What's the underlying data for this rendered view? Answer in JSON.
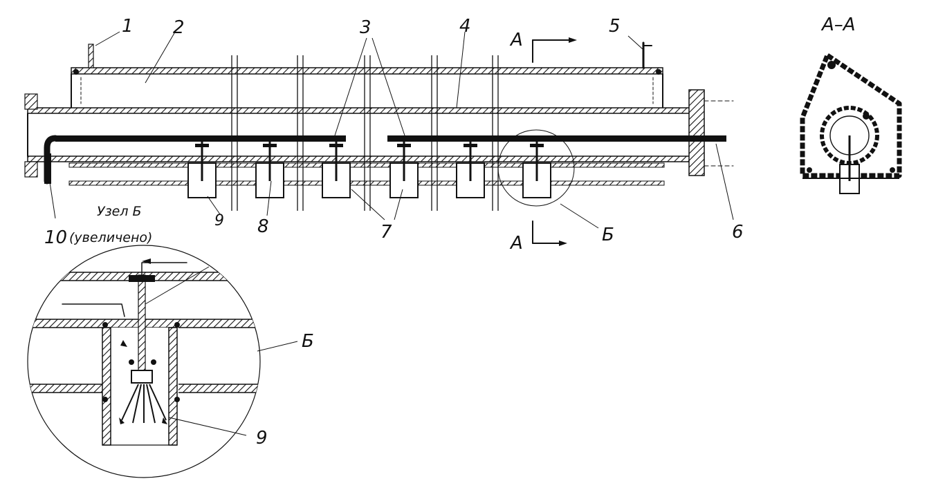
{
  "labels": {
    "l1": "1",
    "l2": "2",
    "l3": "3",
    "l4": "4",
    "l5": "5",
    "l6": "6",
    "l7": "7",
    "l8": "8",
    "l9a": "9",
    "l9b": "9",
    "l10": "10",
    "section_a_top": "А",
    "section_a_bottom": "А",
    "section_title": "А–А",
    "node_b_marker": "Б",
    "node_b_detail": "Б",
    "node_caption_line1": "Узел Б",
    "node_caption_line2": "(увеличено)"
  }
}
